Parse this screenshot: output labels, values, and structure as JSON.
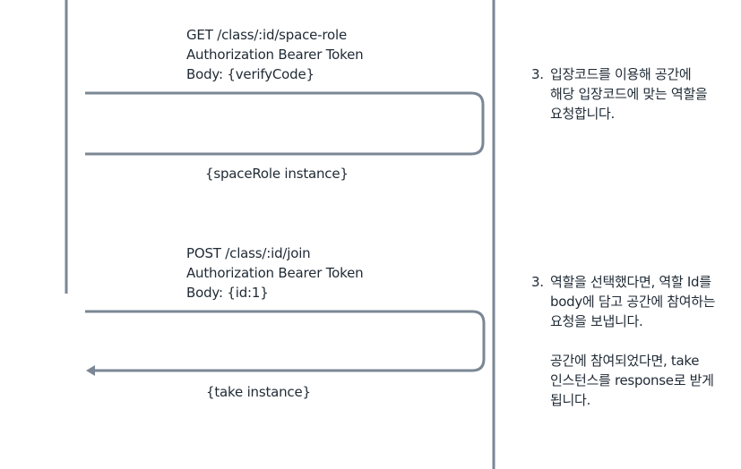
{
  "colors": {
    "line": "#7b8794",
    "text": "#1f2a35"
  },
  "requests": [
    {
      "lines": [
        "GET /class/:id/space-role",
        "Authorization Bearer Token",
        "Body: {verifyCode}"
      ],
      "response": "{spaceRole instance}",
      "note": {
        "number": "3.",
        "lines": [
          "입장코드를 이용해 공간에",
          "해당 입장코드에 맞는 역할을",
          "요청합니다."
        ],
        "lines2": []
      }
    },
    {
      "lines": [
        "POST /class/:id/join",
        "Authorization Bearer Token",
        "Body: {id:1}"
      ],
      "response": "{take instance}",
      "note": {
        "number": "3.",
        "lines": [
          "역할을 선택했다면, 역할 Id를",
          "body에 담고 공간에 참여하는",
          "요청을 보냅니다."
        ],
        "lines2": [
          "공간에 참여되었다면, take",
          "인스턴스를 response로 받게",
          "됩니다."
        ]
      }
    }
  ]
}
